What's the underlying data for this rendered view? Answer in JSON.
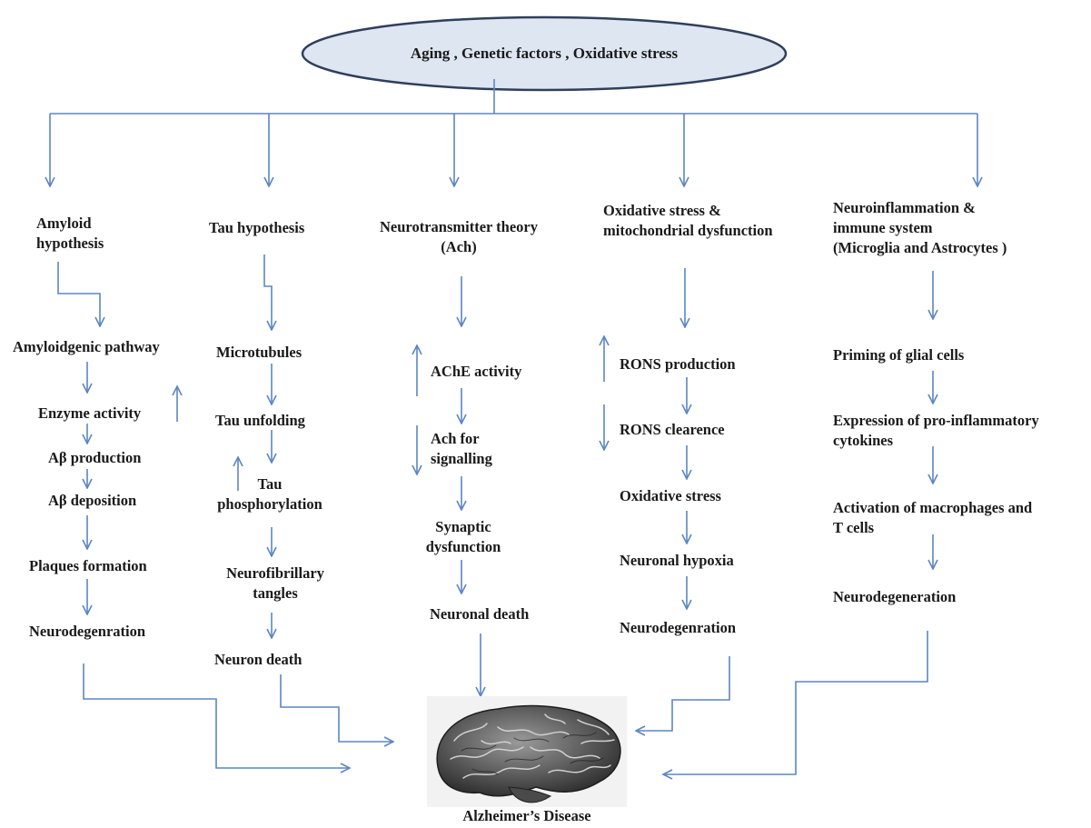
{
  "root": "Aging , Genetic factors , Oxidative stress",
  "colors": {
    "arrow": "#5b86c4",
    "ellipse_fill": "#dde6f1",
    "ellipse_stroke": "#2f3f5c"
  },
  "columns": {
    "amyloid": {
      "title": [
        "Amyloid",
        "hypothesis"
      ],
      "steps": [
        "Amyloidgenic pathway",
        "Enzyme activity",
        "Aβ production",
        "Aβ deposition",
        "Plaques formation",
        "Neurodegenration"
      ]
    },
    "tau": {
      "title": [
        "Tau hypothesis"
      ],
      "steps": [
        "Microtubules",
        "Tau unfolding",
        "Tau",
        "phosphorylation",
        "Neurofibrillary",
        "tangles",
        "Neuron death"
      ]
    },
    "neurotransmitter": {
      "title": [
        "Neurotransmitter theory",
        "(Ach)"
      ],
      "steps": [
        "AChE activity",
        "Ach for",
        "signalling",
        "Synaptic",
        "dysfunction",
        "Neuronal death"
      ]
    },
    "oxidative": {
      "title": [
        "Oxidative stress &",
        "mitochondrial dysfunction"
      ],
      "steps": [
        "RONS production",
        "RONS clearence",
        "Oxidative stress",
        "Neuronal hypoxia",
        "Neurodegenration"
      ]
    },
    "inflammation": {
      "title": [
        "Neuroinflammation &",
        "immune system",
        "(Microglia and Astrocytes )"
      ],
      "steps": [
        "Priming of glial cells",
        "Expression of pro-inflammatory",
        "cytokines",
        "Activation of macrophages and",
        "T cells",
        "Neurodegeneration"
      ]
    }
  },
  "outcome": "Alzheimer’s Disease"
}
